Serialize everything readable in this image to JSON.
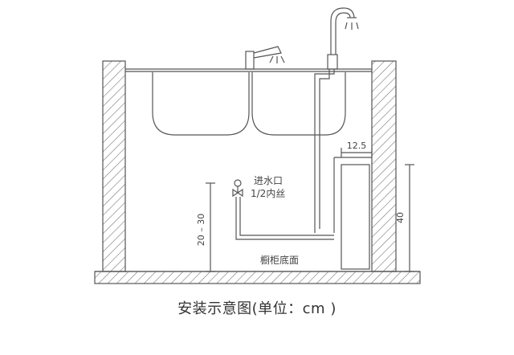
{
  "diagram": {
    "labels": {
      "inlet_line1": "进水口",
      "inlet_line2": "1/2内丝",
      "cabinet_bottom": "橱柜底面",
      "dim_inlet_height": "20 – 30",
      "dim_unit_height": "40",
      "dim_offset": "12.5"
    },
    "caption": "安装示意图(单位：cm )",
    "colors": {
      "line": "#555555",
      "hatch": "#777777",
      "background": "#ffffff"
    }
  }
}
